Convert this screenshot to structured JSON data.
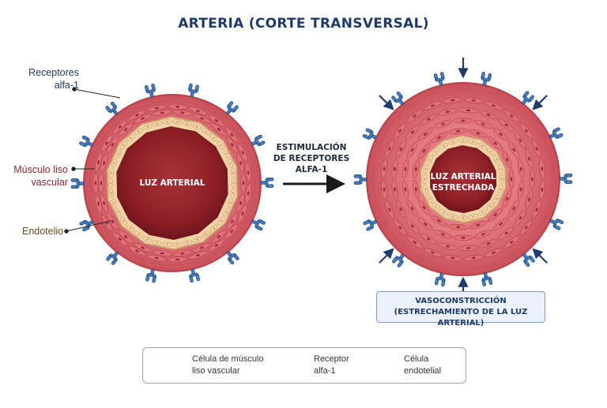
{
  "title": "ARTERIA (CORTE TRANSVERSAL)",
  "callouts": {
    "receptores": [
      "Receptores",
      "alfa-1"
    ],
    "musculo": [
      "Músculo liso",
      "vascular"
    ],
    "endotelio": "Endotelio"
  },
  "lumen_normal": "LUZ ARTERIAL",
  "lumen_narrow": [
    "LUZ ARTERIAL",
    "ESTRECHADA"
  ],
  "arrow_label": [
    "ESTIMULACIÓN",
    "DE RECEPTORES",
    "ALFA-1"
  ],
  "vasoconstriction": [
    "VASOCONSTRICCIÓN",
    "(ESTRECHAMIENTO DE LA LUZ ARTERIAL)"
  ],
  "legend": {
    "smooth_muscle": [
      "Célula de músculo",
      "liso vascular"
    ],
    "receptor": [
      "Receptor",
      "alfa-1"
    ],
    "endothelial": [
      "Célula",
      "endotelial"
    ]
  },
  "colors": {
    "title": "#1f3a6b",
    "muscle": "#d9636b",
    "muscle_dark": "#b8434c",
    "lumen": "#8e1f26",
    "endothelium": "#f1d3a8",
    "receptor": "#3d6fb0",
    "arrow": "#1f3a6b"
  }
}
